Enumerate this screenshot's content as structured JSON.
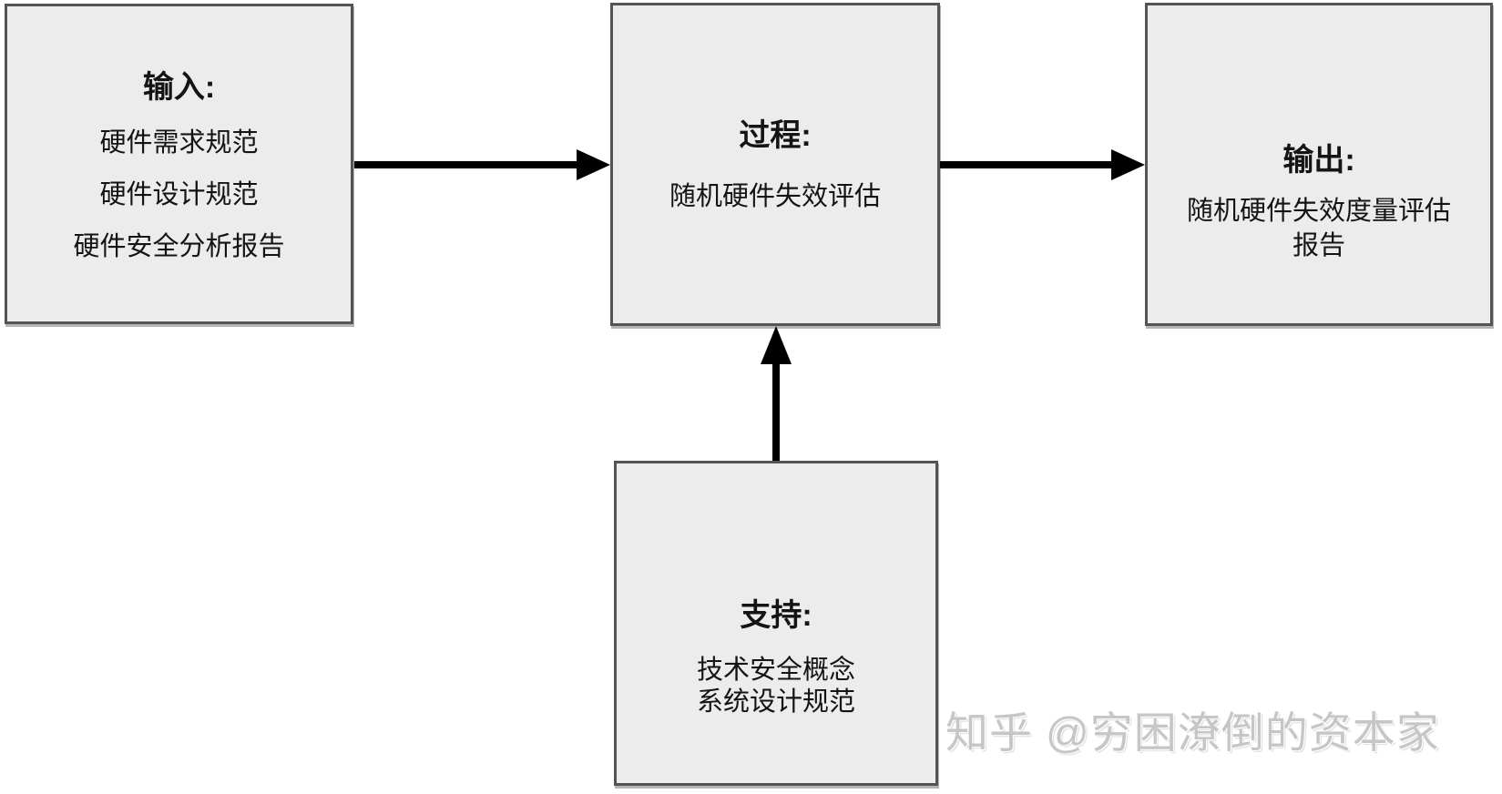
{
  "colors": {
    "background": "#ffffff",
    "node_fill": "#ececec",
    "node_border": "#545454",
    "arrow": "#000000",
    "text": "#141414",
    "watermark": "#c6c6c6"
  },
  "nodes": {
    "input": {
      "title": "输入:",
      "lines": [
        "硬件需求规范",
        "硬件设计规范",
        "硬件安全分析报告"
      ]
    },
    "process": {
      "title": "过程:",
      "lines": [
        "随机硬件失效评估"
      ]
    },
    "output": {
      "title": "输出:",
      "lines": [
        "随机硬件失效度量评估报告"
      ]
    },
    "support": {
      "title": "支持:",
      "lines": [
        "技术安全概念",
        "系统设计规范"
      ]
    }
  },
  "edges": [
    {
      "from": "input",
      "to": "process",
      "direction": "right"
    },
    {
      "from": "process",
      "to": "output",
      "direction": "right"
    },
    {
      "from": "support",
      "to": "process",
      "direction": "up"
    }
  ],
  "watermark": {
    "text": "知乎 @穷困潦倒的资本家"
  }
}
